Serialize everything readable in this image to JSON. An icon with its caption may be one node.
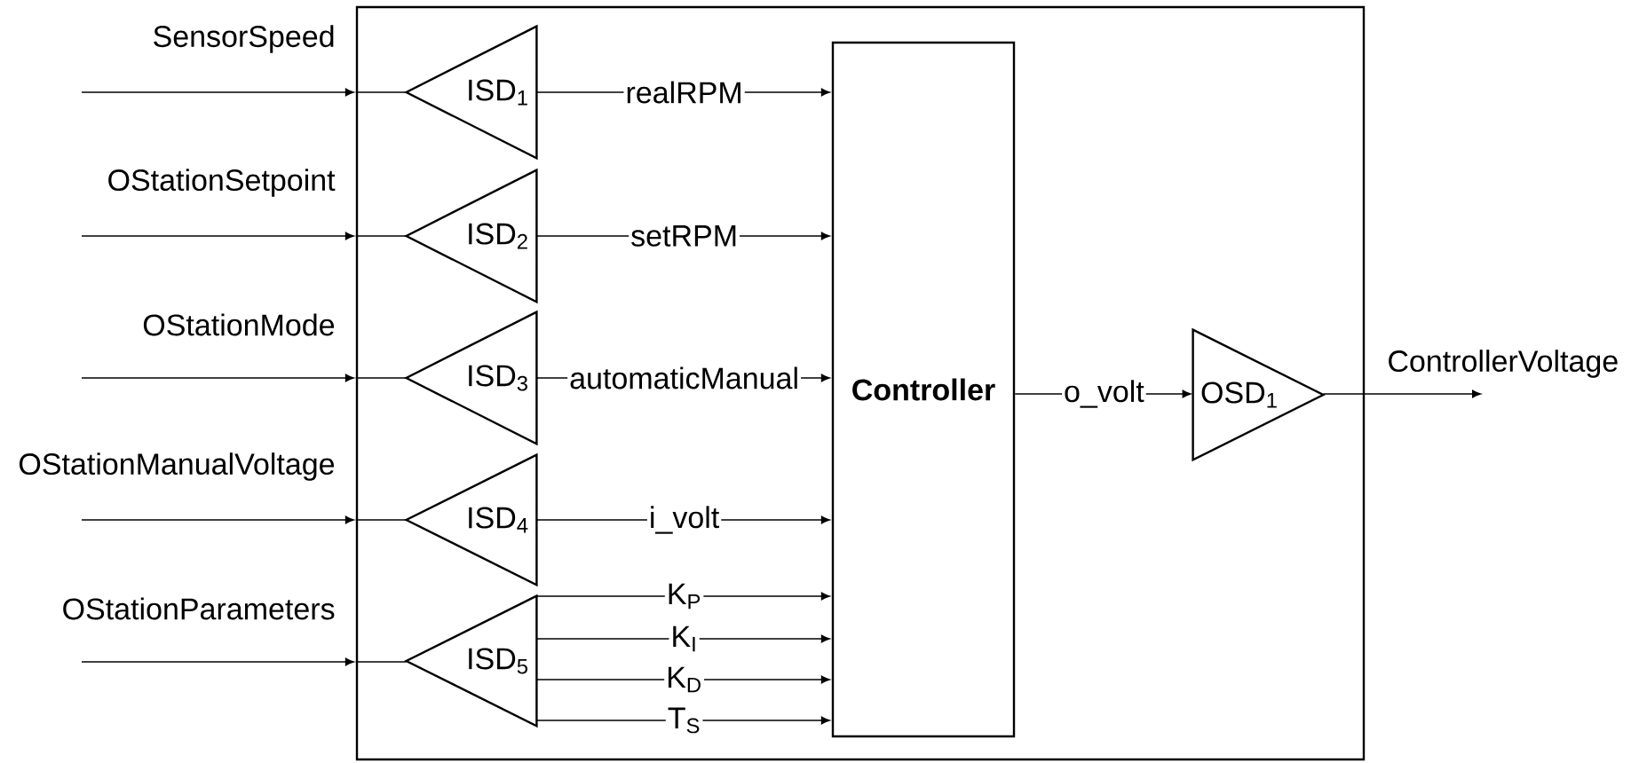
{
  "diagram": {
    "nodes": [
      {
        "text": [],
        "shape": "box"
      },
      {
        "text": [
          "ISD$_{1}$"
        ],
        "in": 0
      },
      {
        "text": [
          "ISD$_{2}$"
        ],
        "in": 0
      },
      {
        "text": [
          "ISD$_{3}$"
        ],
        "in": 0
      },
      {
        "text": [
          "ISD$_{4}$"
        ],
        "in": 0
      },
      {
        "text": [
          "ISD$_{5}$"
        ],
        "in": 0
      },
      {
        "text": [
          "Controller"
        ],
        "in": 0
      },
      {
        "text": [
          "OSD$_{1}$"
        ],
        "in": 0
      }
    ],
    "edges": [
      {
        "from": null,
        "to": 0,
        "arrow": "to",
        "label": "SensorSpeed"
      },
      {
        "from": null,
        "to": 0,
        "arrow": "to",
        "label": "OStationSetpoint"
      },
      {
        "from": null,
        "to": 0,
        "arrow": "to",
        "label": "OStationMode"
      },
      {
        "from": null,
        "to": 0,
        "arrow": "to",
        "label": "OStationManualVoltage"
      },
      {
        "from": null,
        "to": 0,
        "arrow": "to",
        "label": "OStationParameters"
      },
      {
        "from": 1,
        "to": 6,
        "arrow": "to",
        "label": "realRPM"
      },
      {
        "from": 2,
        "to": 6,
        "arrow": "to",
        "label": "setRPM"
      },
      {
        "from": 3,
        "to": 6,
        "arrow": "to",
        "label": "automaticManual"
      },
      {
        "from": 4,
        "to": 6,
        "arrow": "to",
        "label": "i_volt"
      },
      {
        "from": 5,
        "to": 6,
        "arrow": "to",
        "label": "K$_{P}$"
      },
      {
        "from": 5,
        "to": 6,
        "arrow": "to",
        "label": "K$_{I}$"
      },
      {
        "from": 5,
        "to": 6,
        "arrow": "to",
        "label": "K$_{D}$"
      },
      {
        "from": 5,
        "to": 6,
        "arrow": "to",
        "label": "T$_{S}$"
      },
      {
        "from": 6,
        "to": 7,
        "arrow": "to",
        "label": "o_volt"
      },
      {
        "from": 7,
        "to": null,
        "arrow": "to",
        "label": "ControllerVoltage"
      },
      {
        "from": 0,
        "to": 1,
        "arrow": "none"
      },
      {
        "from": 0,
        "to": 2,
        "arrow": "none"
      },
      {
        "from": 0,
        "to": 3,
        "arrow": "none"
      },
      {
        "from": 0,
        "to": 4,
        "arrow": "none"
      },
      {
        "from": 0,
        "to": 5,
        "arrow": "none"
      }
    ]
  }
}
